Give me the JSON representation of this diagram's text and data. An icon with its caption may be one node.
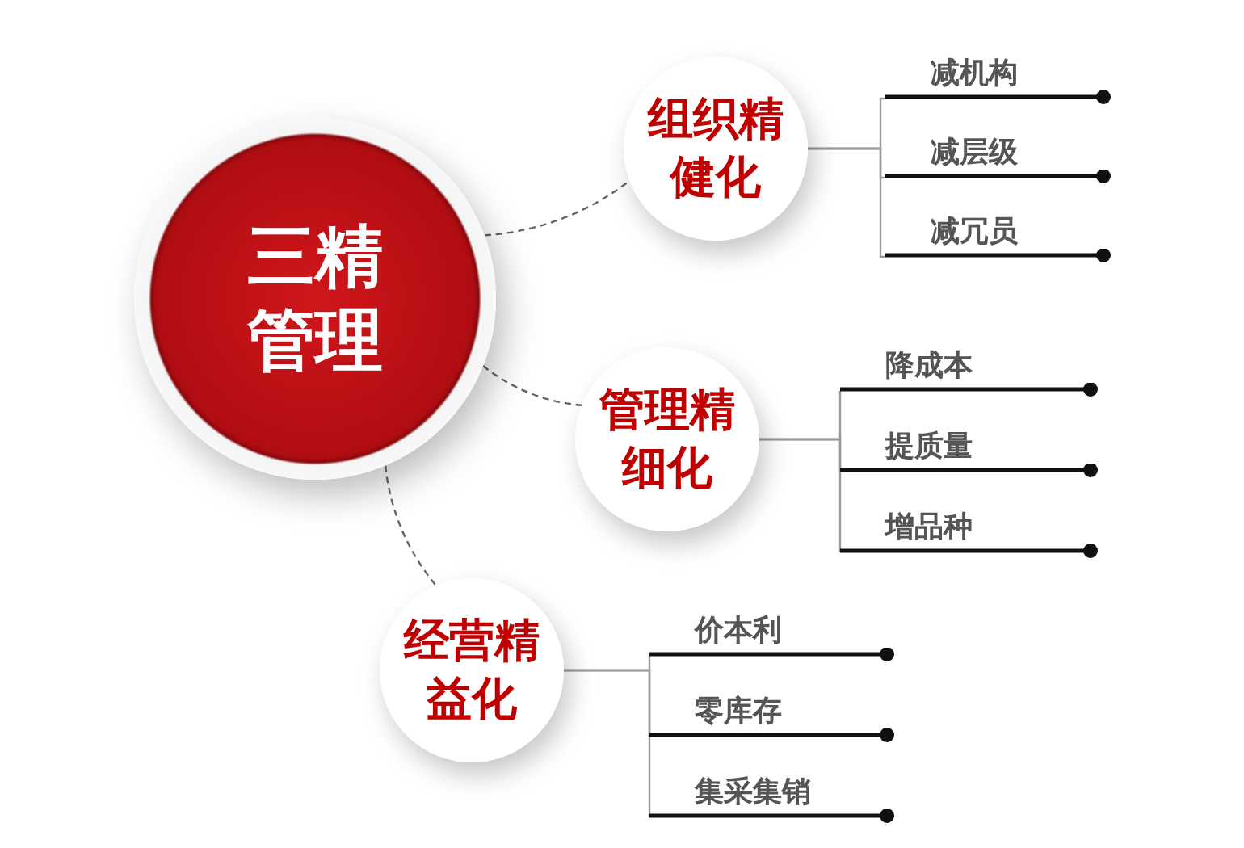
{
  "diagram": {
    "nodes": [
      {
        "text": [
          "三精管理"
        ]
      },
      {
        "text": [
          "组织精健化"
        ]
      },
      {
        "text": [
          "管理精细化"
        ]
      },
      {
        "text": [
          "经营精益化"
        ]
      },
      {
        "text": [
          "减机构"
        ]
      },
      {
        "text": [
          "减层级"
        ]
      },
      {
        "text": [
          "减冗员"
        ]
      },
      {
        "text": [
          "降成本"
        ]
      },
      {
        "text": [
          "提质量"
        ]
      },
      {
        "text": [
          "增品种"
        ]
      },
      {
        "text": [
          "价本利"
        ]
      },
      {
        "text": [
          "零库存"
        ]
      },
      {
        "text": [
          "集采集销"
        ]
      }
    ],
    "edges": [
      {
        "from": 0,
        "to": 1,
        "arrow": "none",
        "style": "dashed"
      },
      {
        "from": 0,
        "to": 2,
        "arrow": "none",
        "style": "dashed"
      },
      {
        "from": 0,
        "to": 3,
        "arrow": "none",
        "style": "dashed"
      },
      {
        "from": 1,
        "to": 4,
        "arrow": "none"
      },
      {
        "from": 1,
        "to": 5,
        "arrow": "none"
      },
      {
        "from": 1,
        "to": 6,
        "arrow": "none"
      },
      {
        "from": 2,
        "to": 7,
        "arrow": "none"
      },
      {
        "from": 2,
        "to": 8,
        "arrow": "none"
      },
      {
        "from": 2,
        "to": 9,
        "arrow": "none"
      },
      {
        "from": 3,
        "to": 10,
        "arrow": "none"
      },
      {
        "from": 3,
        "to": 11,
        "arrow": "none"
      },
      {
        "from": 3,
        "to": 12,
        "arrow": "none"
      }
    ]
  }
}
